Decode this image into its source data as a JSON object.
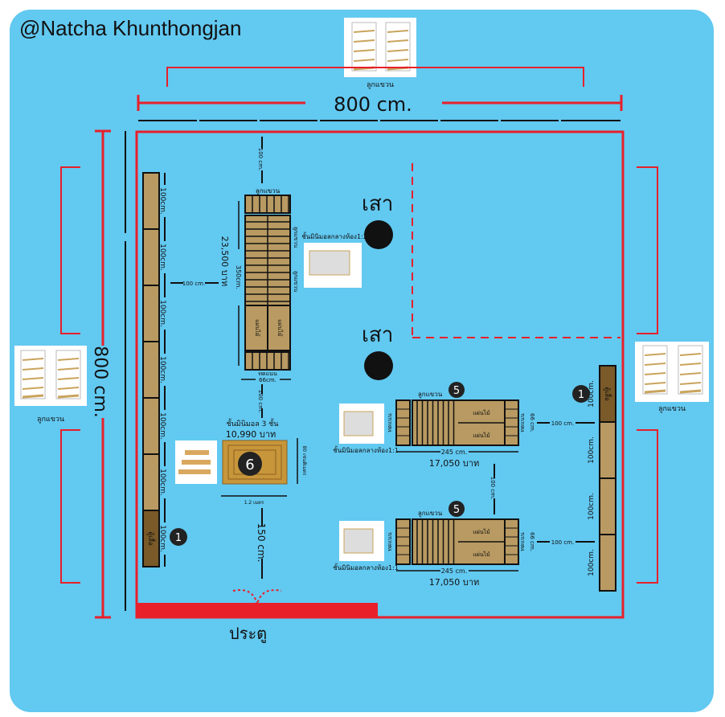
{
  "author": "@Natcha Khunthongjan",
  "dimensions": {
    "width": "800 cm.",
    "height": "800 cm.",
    "segment": "100cm.",
    "gap": "100 cm.",
    "door_gap": "150 cm."
  },
  "images": {
    "hanging_shelf_caption": "ลูกแขวน",
    "center_shelf_caption_12": "ชั้นมินิมอลกลางห้อง1:2",
    "center_shelf_caption_11": "ชั้นมินิมอลกลางห้อง1:1"
  },
  "labels": {
    "pillar": "เสา",
    "door": "ประตู",
    "hanging": "ลูกแขวน",
    "wood_panel": "แผ่นไม้",
    "end_cap": "ทดแนน",
    "shelf_dark_left": "ตู้เสื้อ",
    "shelf_dark_right": "ตู้เสื้อ"
  },
  "center_unit": {
    "price": "23,500 บาท",
    "length": "350cm.",
    "width": "66cm."
  },
  "units_5": [
    {
      "badge": "5",
      "length": "245 cm.",
      "width": "66 cm.",
      "price": "17,050 บาท"
    },
    {
      "badge": "5",
      "length": "245 cm.",
      "width": "66 cm.",
      "price": "17,050 บาท"
    }
  ],
  "unit_6": {
    "badge": "6",
    "title": "ชั้นมินิมอล 3 ชั้น",
    "price": "10,990 บาท",
    "width": "1.2 เมตร",
    "depth": "80 เซนติเมตร"
  },
  "badges": {
    "left": "1",
    "right": "1"
  },
  "colors": {
    "background": "#62c9f1",
    "wall": "#e8202a",
    "shelf": "#b89a62",
    "shelf_dark": "#7a5a28",
    "table": "#c8963a"
  }
}
